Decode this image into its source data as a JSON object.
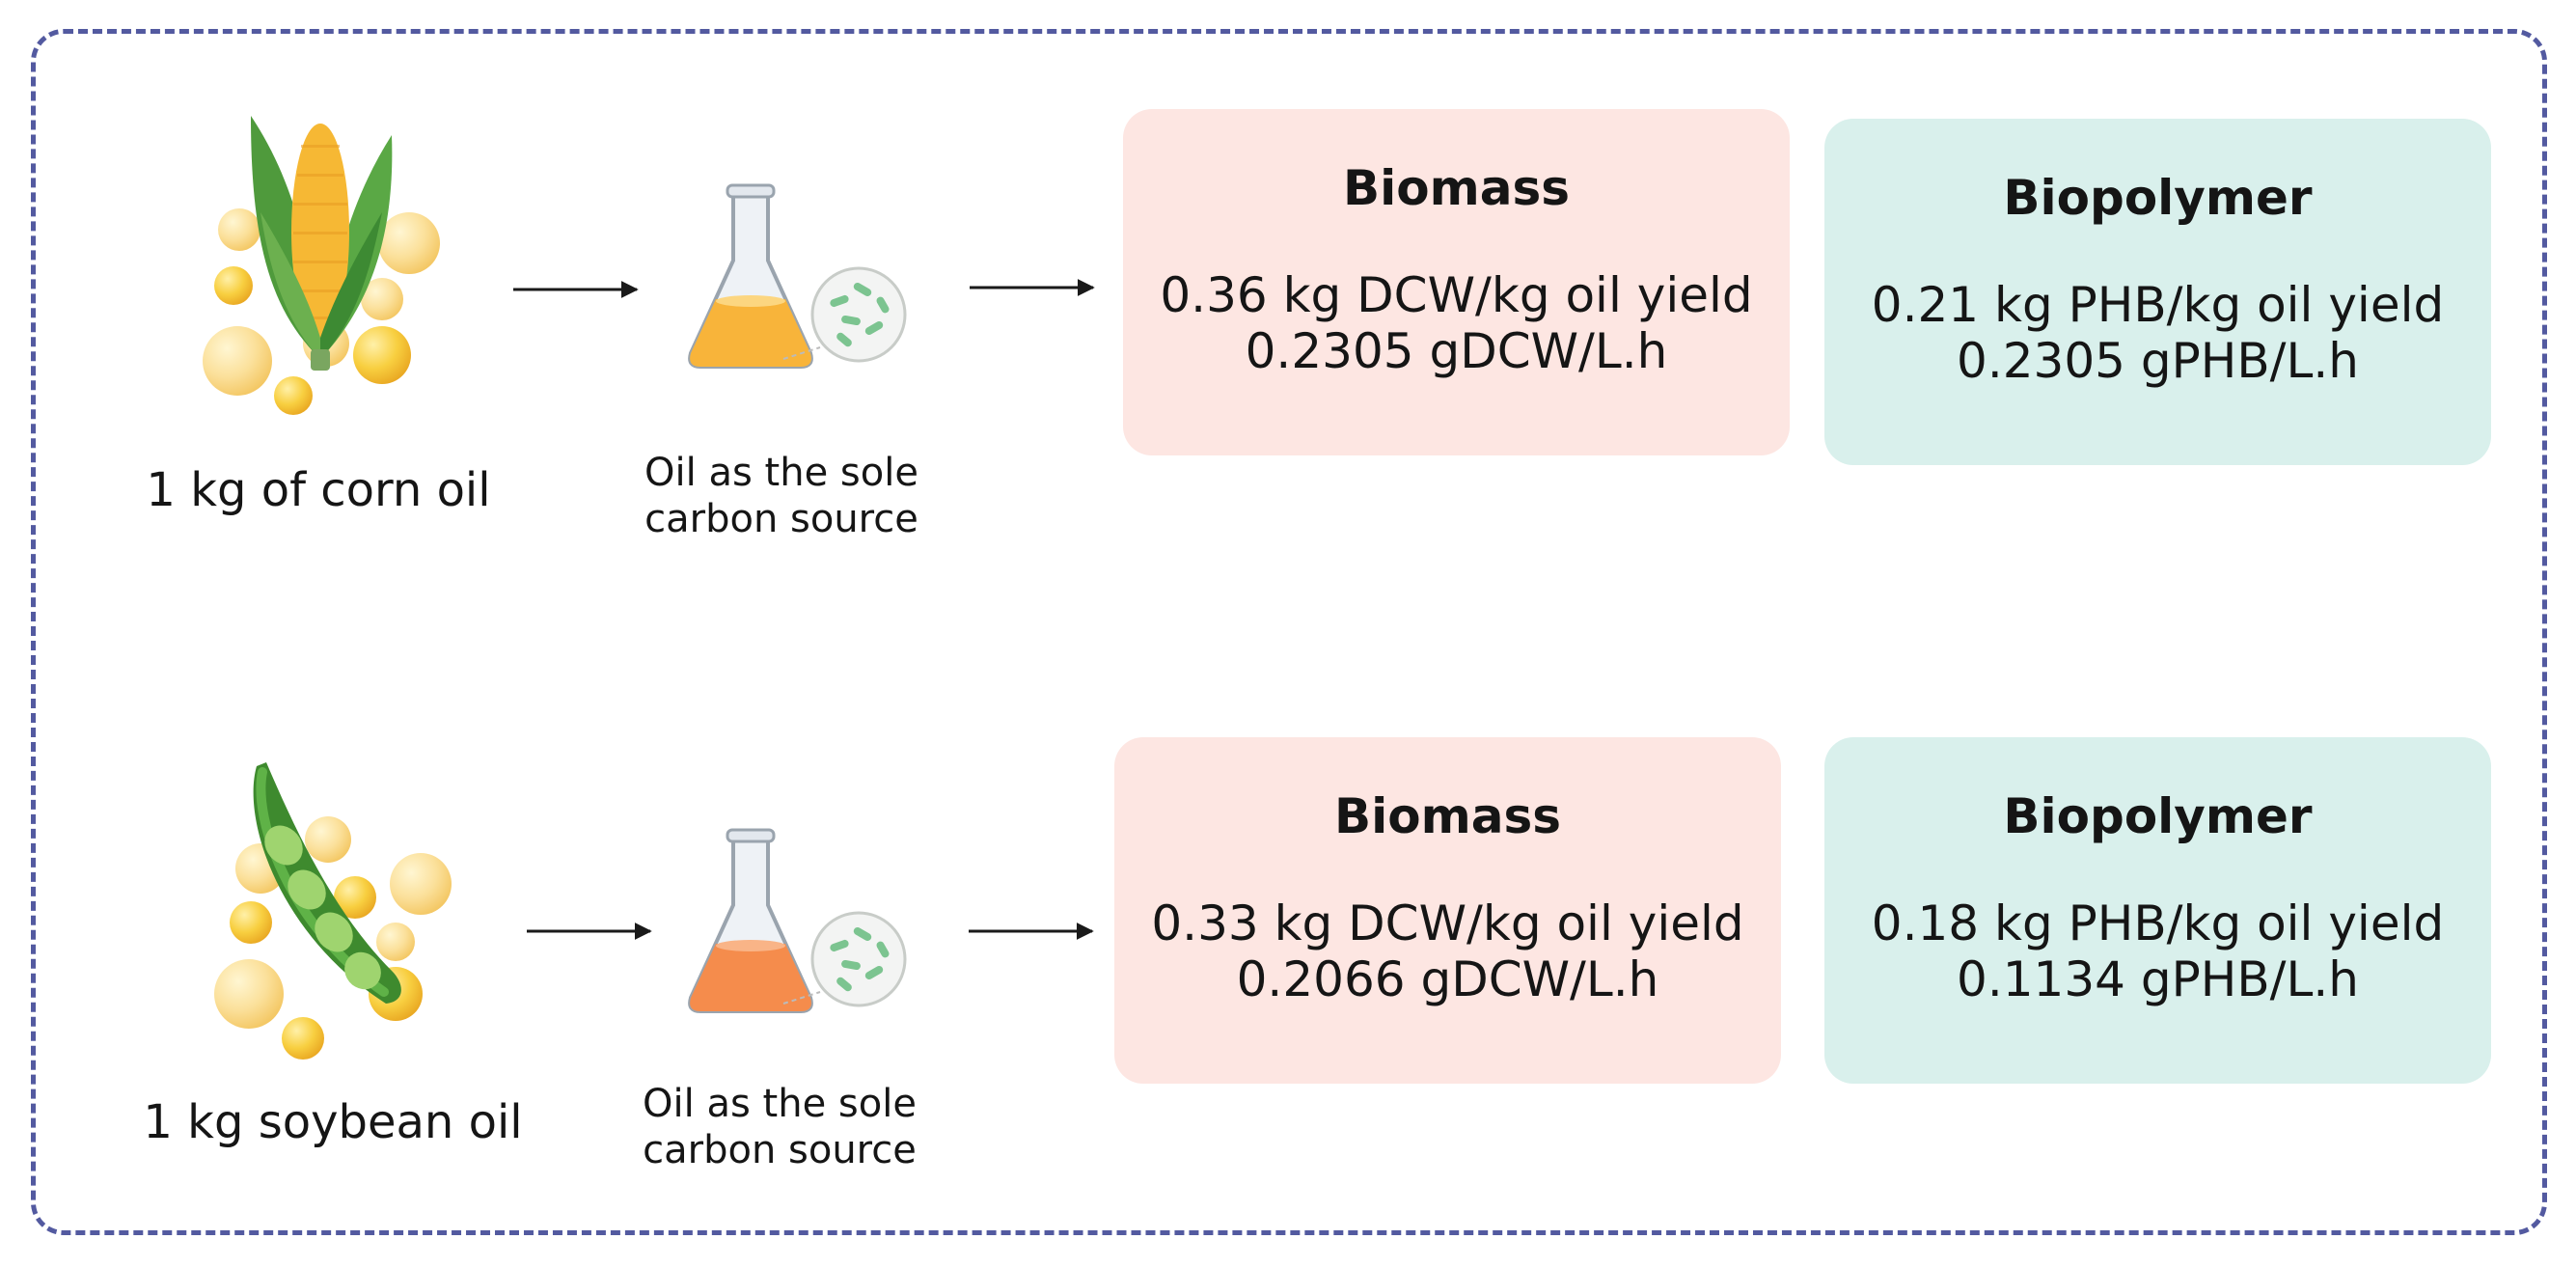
{
  "colors": {
    "frame": "#535aa0",
    "biomass_box": "#fde6e2",
    "biopolymer_box": "#d9f0ec",
    "corn_oil": "#f8b43a",
    "soybean_oil": "#f58c4c",
    "bacteria": "#7cc490"
  },
  "rows": [
    {
      "source_label": "1 kg of corn oil",
      "source_icon": "corn-icon",
      "flask_caption": [
        "Oil as the sole",
        "carbon source"
      ],
      "biomass": {
        "title": "Biomass",
        "lines": [
          "0.36 kg DCW/kg oil yield",
          "0.2305 gDCW/L.h"
        ]
      },
      "biopolymer": {
        "title": "Biopolymer",
        "lines": [
          "0.21 kg PHB/kg oil yield",
          "0.2305 gPHB/L.h"
        ]
      }
    },
    {
      "source_label": "1 kg soybean oil",
      "source_icon": "soybean-pod-icon",
      "flask_caption": [
        "Oil as the sole",
        "carbon source"
      ],
      "biomass": {
        "title": "Biomass",
        "lines": [
          "0.33 kg DCW/kg oil yield",
          "0.2066 gDCW/L.h"
        ]
      },
      "biopolymer": {
        "title": "Biopolymer",
        "lines": [
          "0.18 kg PHB/kg oil yield",
          "0.1134 gPHB/L.h"
        ]
      }
    }
  ]
}
